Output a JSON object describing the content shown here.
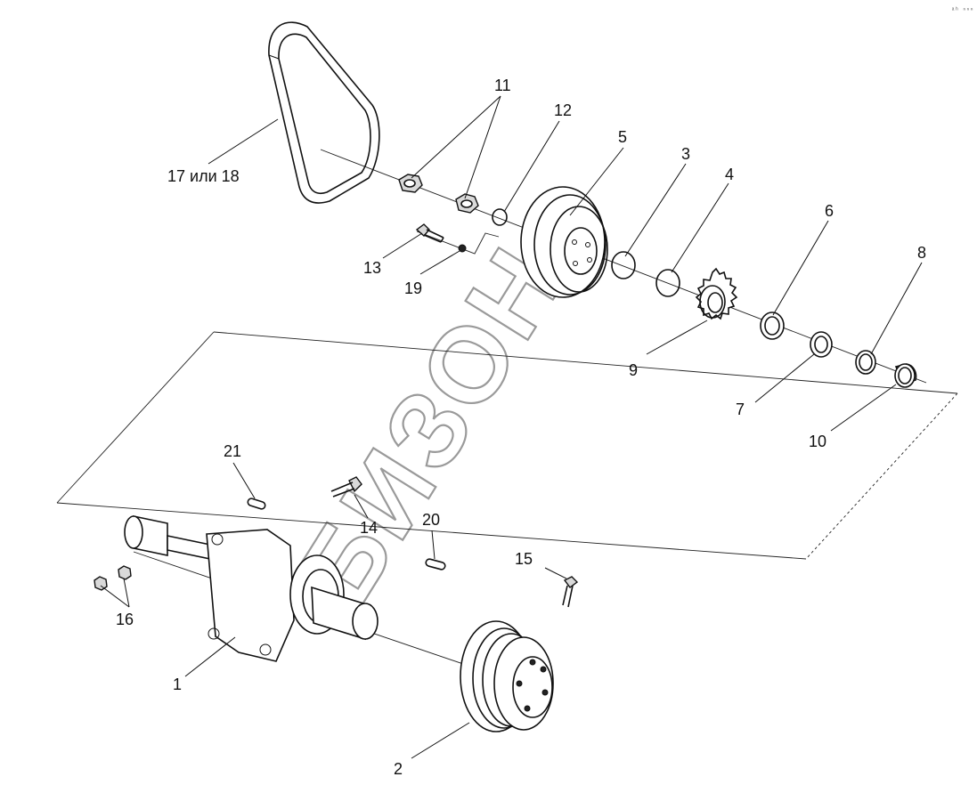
{
  "watermark": "БИЗОН",
  "corner_mark": "ᵃʰ ⁿⁿⁿ",
  "callouts": {
    "c1": "1",
    "c2": "2",
    "c3": "3",
    "c4": "4",
    "c5": "5",
    "c6": "6",
    "c7": "7",
    "c8": "8",
    "c9": "9",
    "c10": "10",
    "c11": "11",
    "c12": "12",
    "c13": "13",
    "c14": "14",
    "c15": "15",
    "c16": "16",
    "c17": "17 или 18",
    "c19": "19",
    "c20": "20",
    "c21": "21"
  }
}
